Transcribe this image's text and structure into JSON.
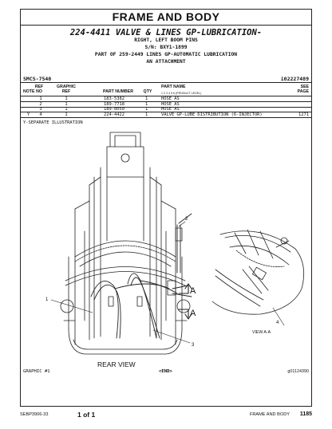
{
  "section_title": "FRAME AND BODY",
  "part": {
    "number": "224-4411",
    "name": "VALVE & LINES GP-LUBRICATION-",
    "name_line2": "RIGHT, LEFT BOOM PINS",
    "serial": "S/N: BXY1-1899",
    "part_of": "PART OF 259-2449 LINES GP-AUTOMATIC LUBRICATION",
    "attachment": "AN ATTACHMENT"
  },
  "smcs": "SMCS-7540",
  "doc_id": "i02227489",
  "table": {
    "headers": {
      "note": "NOTE",
      "ref_no_1": "REF",
      "ref_no_2": "NO",
      "graphic_ref_1": "GRAPHIC",
      "graphic_ref_2": "REF",
      "part_number": "PART NUMBER",
      "qty": "QTY",
      "part_name": "PART NAME",
      "product_level": "1  2  3  4  5  6  (PRODUCT LEVEL)",
      "see_page_1": "SEE",
      "see_page_2": "PAGE"
    },
    "rows": [
      {
        "note": "",
        "ref": "1",
        "graphic": "1",
        "part_number": "183-5382",
        "qty": "1",
        "name": "HOSE AS",
        "page": ""
      },
      {
        "note": "",
        "ref": "2",
        "graphic": "1",
        "part_number": "189-7718",
        "qty": "1",
        "name": "HOSE AS",
        "page": ""
      },
      {
        "note": "",
        "ref": "3",
        "graphic": "1",
        "part_number": "189-8050",
        "qty": "1",
        "name": "HOSE AS",
        "page": ""
      },
      {
        "note": "Y",
        "ref": "4",
        "graphic": "1",
        "part_number": "224-4422",
        "qty": "1",
        "name": "VALVE GP-LUBE DISTRIBUTION (6-INJECTOR)",
        "page": "1271"
      }
    ]
  },
  "note_separate": "Y-SEPARATE ILLUSTRATION",
  "illustration": {
    "callout_1": "1",
    "callout_2": "2",
    "callout_3": "3",
    "callout_4": "4",
    "section_a1": "A",
    "section_a2": "A",
    "rear_view_label": "REAR VIEW",
    "view_aa_label": "VIEW A-A"
  },
  "graphic_label": "GRAPHIC #1",
  "end_marker": "<END>",
  "graphic_id": "g01124390",
  "footer": {
    "doc_code": "SEBP3906-33",
    "page_of": "1 of 1",
    "section": "FRAME AND BODY",
    "page_number": "1185"
  }
}
